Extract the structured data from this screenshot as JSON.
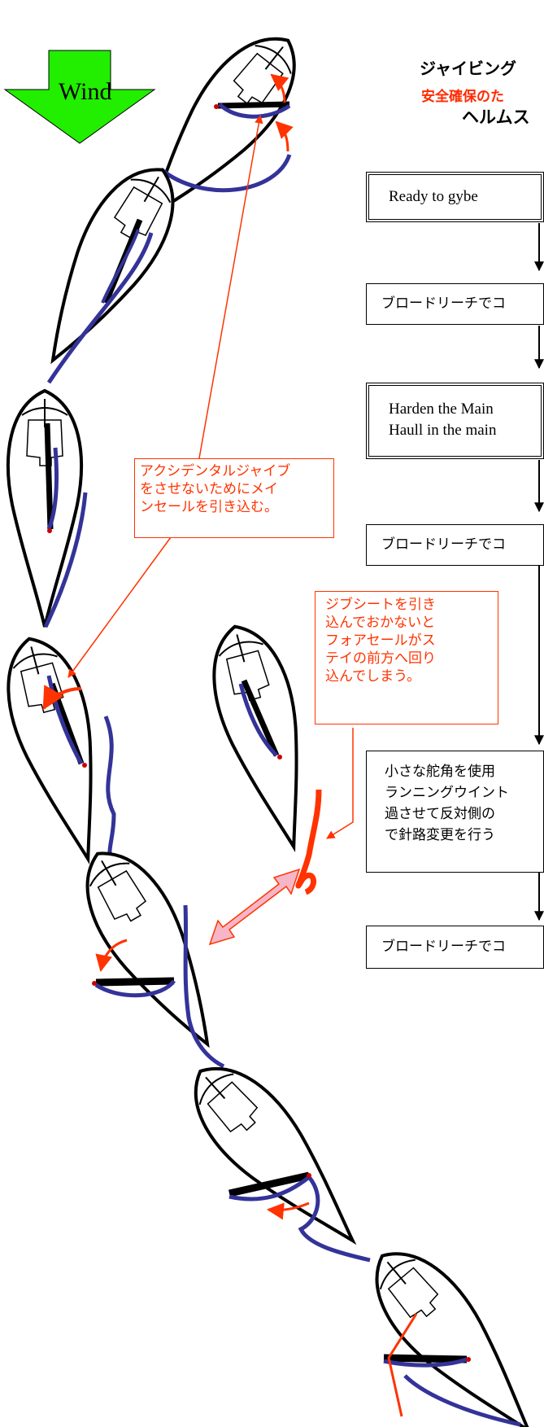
{
  "header": {
    "title": "ジャイビング",
    "subtitle": "安全確保のた",
    "role": "ヘルムス"
  },
  "wind_label": "Wind",
  "steps": [
    {
      "lines": [
        "Ready to gybe"
      ]
    },
    {
      "lines": [
        "ブロードリーチでコ"
      ]
    },
    {
      "lines": [
        "Harden the Main",
        "Haull in the main"
      ]
    },
    {
      "lines": [
        "ブロードリーチでコ"
      ]
    },
    {
      "lines": [
        "小さな舵角を使用",
        "ランニングウイント",
        "過させて反対側の",
        "で針路変更を行う"
      ]
    },
    {
      "lines": [
        "ブロードリーチでコ"
      ]
    }
  ],
  "notes": {
    "mainsail": [
      "アクシデンタルジャイブ",
      "をさせないためにメイ",
      "ンセールを引き込む。"
    ],
    "jib": [
      "ジブシートを引き",
      "込んでおかないと",
      "フォアセールがス",
      "テイの前方へ回り",
      "込んでしまう。"
    ]
  },
  "colors": {
    "wind_arrow": "#22ee00",
    "sheet": "#333399",
    "annotation": "#ff3300",
    "double_arrow_fill": "#f7b6c8"
  }
}
